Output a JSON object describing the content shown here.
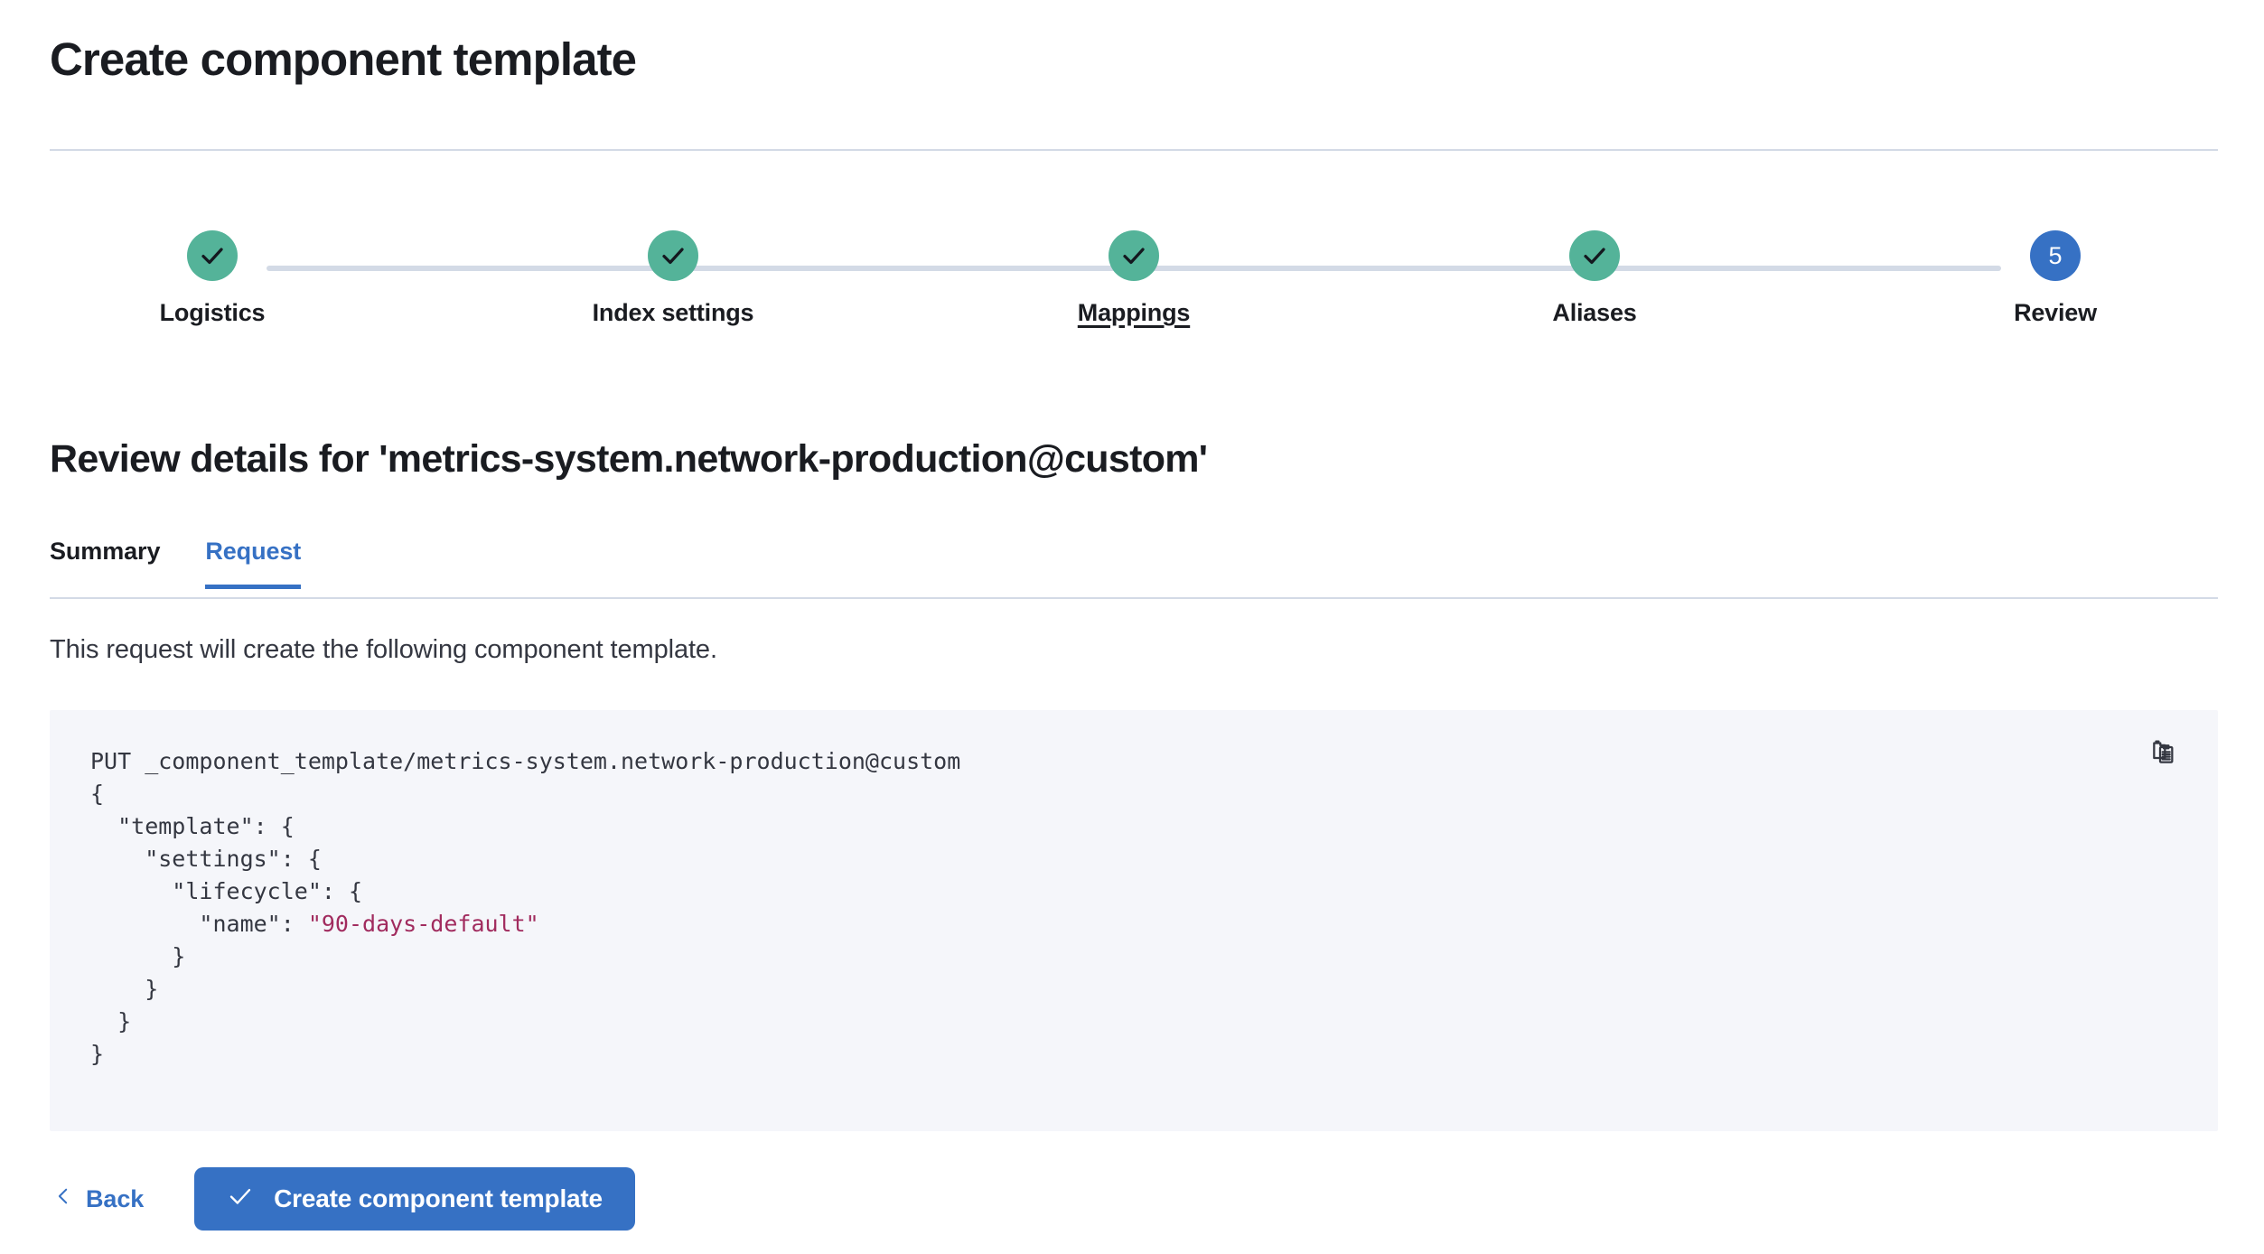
{
  "header": {
    "title": "Create component template"
  },
  "stepper": {
    "steps": [
      {
        "label": "Logistics",
        "state": "complete",
        "icon": "check-icon",
        "number": "1",
        "hovered": false
      },
      {
        "label": "Index settings",
        "state": "complete",
        "icon": "check-icon",
        "number": "2",
        "hovered": false
      },
      {
        "label": "Mappings",
        "state": "complete",
        "icon": "check-icon",
        "number": "3",
        "hovered": true
      },
      {
        "label": "Aliases",
        "state": "complete",
        "icon": "check-icon",
        "number": "4",
        "hovered": false
      },
      {
        "label": "Review",
        "state": "current",
        "icon": "",
        "number": "5",
        "hovered": false
      }
    ],
    "complete_color": "#54B399",
    "current_color": "#3671C4",
    "line_color": "#D3DAE6"
  },
  "review": {
    "heading": "Review details for 'metrics-system.network-production@custom'",
    "tabs": [
      {
        "label": "Summary",
        "active": false
      },
      {
        "label": "Request",
        "active": true
      }
    ],
    "description": "This request will create the following component template.",
    "code": {
      "method": "PUT",
      "path": "_component_template/metrics-system.network-production@custom",
      "line_1": "PUT _component_template/metrics-system.network-production@custom",
      "line_2": "{",
      "line_3": "  \"template\": {",
      "line_4": "    \"settings\": {",
      "line_5": "      \"lifecycle\": {",
      "line_6_key": "        \"name\": ",
      "line_6_value": "\"90-days-default\"",
      "line_7": "      }",
      "line_8": "    }",
      "line_9": "  }",
      "line_10": "}",
      "string_color": "#A12B5E",
      "background": "#F5F6FA"
    },
    "copy_button_title": "Copy to clipboard"
  },
  "footer": {
    "back_label": "Back",
    "submit_label": "Create component template",
    "submit_color": "#3671C4"
  }
}
